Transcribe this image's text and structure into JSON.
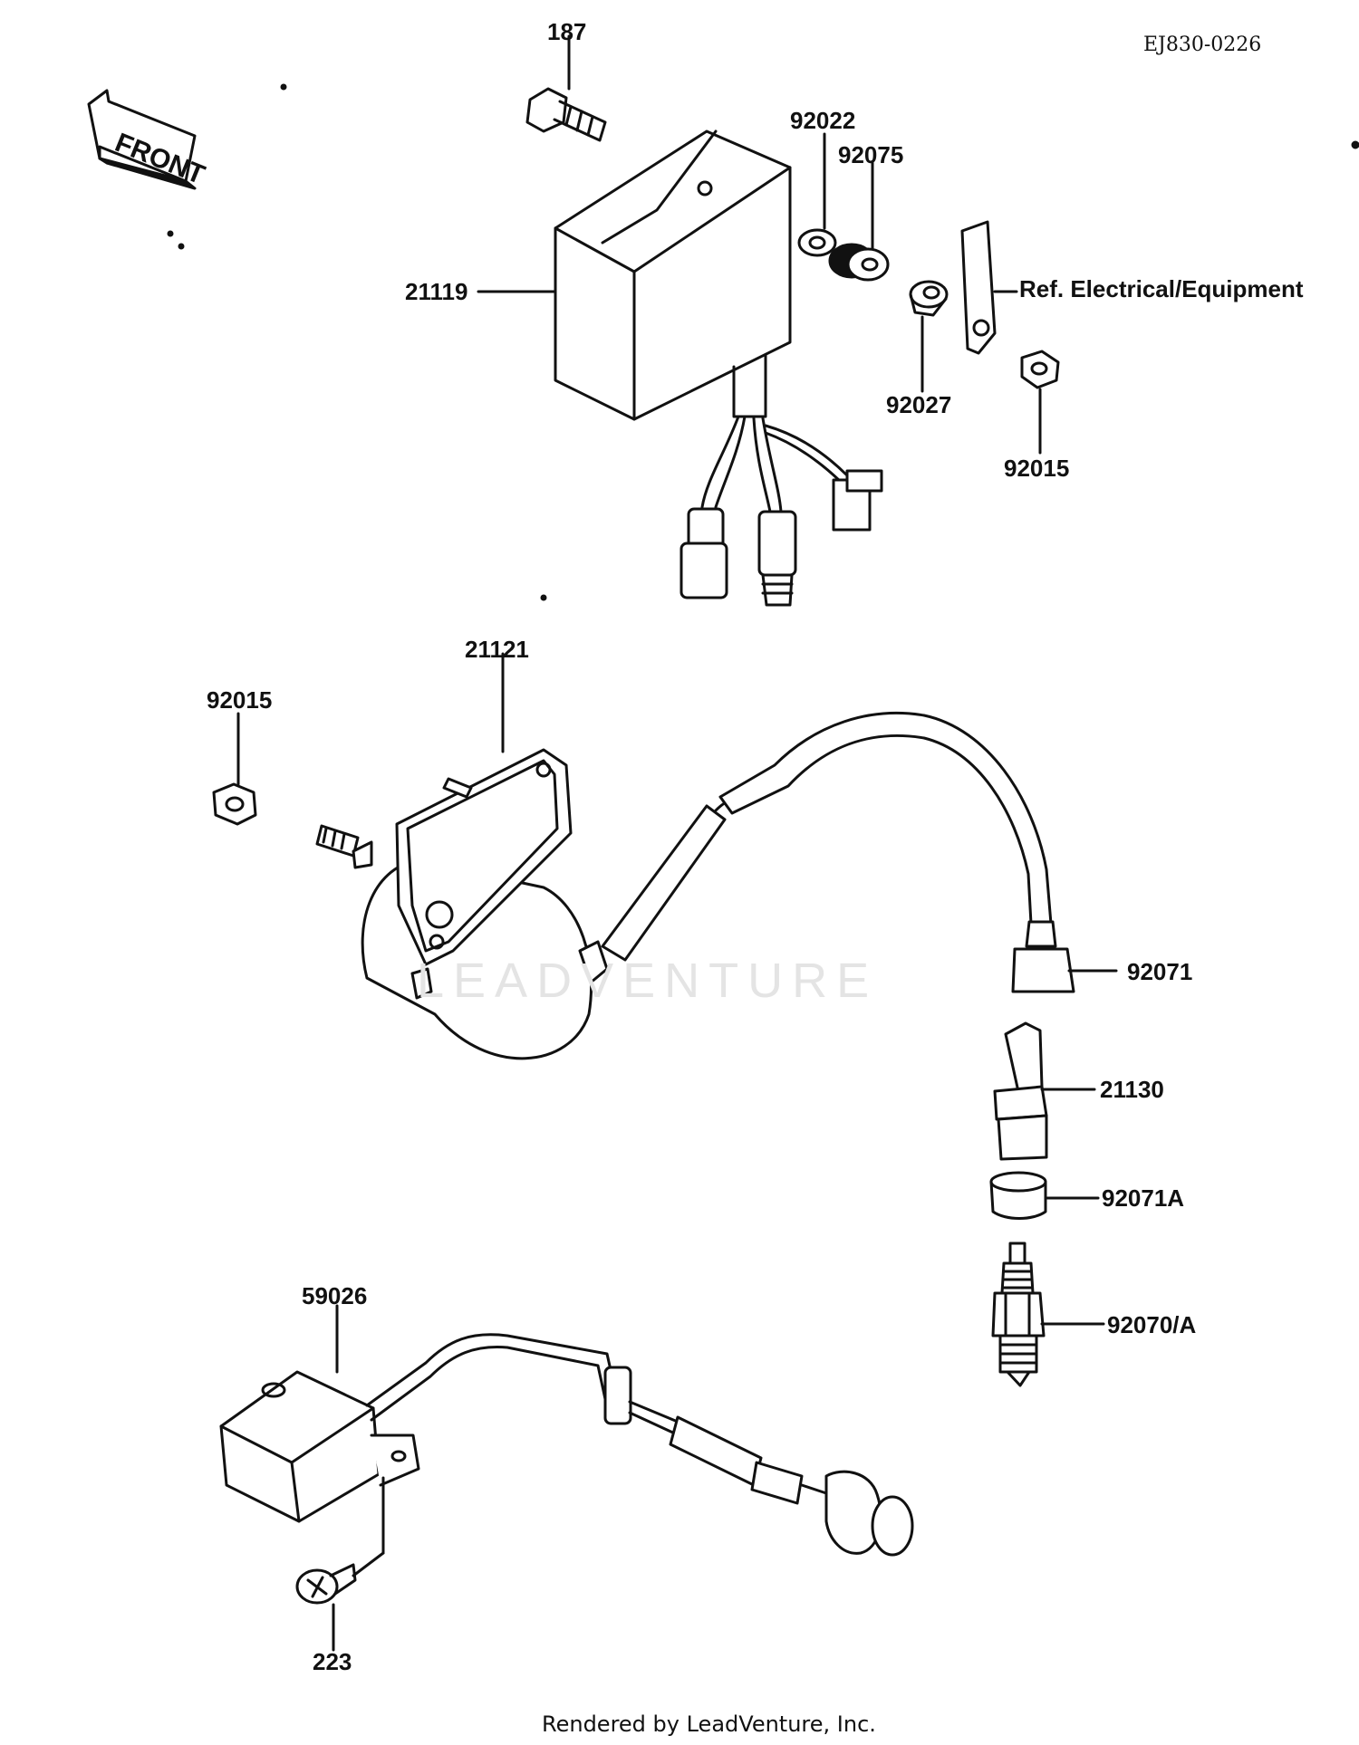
{
  "diagram": {
    "code": "EJ830-0226",
    "front_label": "FRONT",
    "ref_note": "Ref. Electrical/Equipment",
    "watermark": "LEADVENTURE",
    "footer": "Rendered by LeadVenture, Inc.",
    "parts": [
      {
        "id": "187"
      },
      {
        "id": "92022"
      },
      {
        "id": "92075"
      },
      {
        "id": "21119"
      },
      {
        "id": "92027"
      },
      {
        "id": "92015"
      },
      {
        "id": "21121"
      },
      {
        "id": "92015"
      },
      {
        "id": "92071"
      },
      {
        "id": "21130"
      },
      {
        "id": "92071A"
      },
      {
        "id": "92070/A"
      },
      {
        "id": "59026"
      },
      {
        "id": "223"
      }
    ]
  }
}
